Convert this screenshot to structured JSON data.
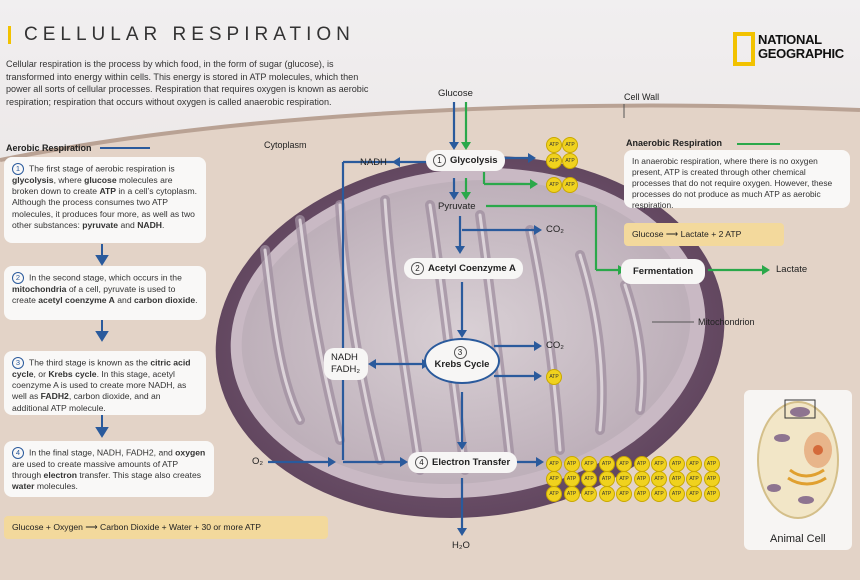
{
  "title": "CELLULAR RESPIRATION",
  "logo": {
    "line1": "NATIONAL",
    "line2": "GEOGRAPHIC"
  },
  "intro": "Cellular respiration is the process by which food, in the form of sugar (glucose), is transformed into energy within cells. This energy is stored in ATP molecules, which then power all sorts of cellular processes. Respiration that requires oxygen is known as aerobic respiration; respiration that occurs without oxygen is called anaerobic respiration.",
  "labels": {
    "cytoplasm": "Cytoplasm",
    "cell_wall": "Cell Wall",
    "mitochondrion": "Mitochondrion",
    "animal_cell": "Animal Cell"
  },
  "aerobic": {
    "heading": "Aerobic Respiration",
    "steps": [
      {
        "n": "1",
        "a": "The first stage of aerobic respiration is ",
        "b": "glycolysis",
        "c": ", where ",
        "d": "glucose",
        "e": " molecules are broken down to create ",
        "f": "ATP",
        "g": " in a cell’s cytoplasm. Although the process consumes two ATP molecules, it produces four more, as well as two other substances: ",
        "h": "pyruvate",
        "i": " and ",
        "j": "NADH",
        "k": "."
      },
      {
        "n": "2",
        "a": "In the second stage, which occurs in the ",
        "b": "mitochondria",
        "c": " of a cell, pyruvate is used to create ",
        "d": "acetyl coenzyme A",
        "e": " and ",
        "f": "carbon dioxide",
        "g": "."
      },
      {
        "n": "3",
        "a": "The third stage is known as the ",
        "b": "citric acid cycle",
        "c": ", or ",
        "d": "Krebs cycle",
        "e": ". In this stage, acetyl coenzyme A is used to create more NADH, as well as ",
        "f": "FADH2",
        "g": ", carbon dioxide, and an additional ATP molecule."
      },
      {
        "n": "4",
        "a": "In the final stage, NADH, FADH2, and ",
        "b": "oxygen",
        "c": " are used to create massive amounts of ATP through ",
        "d": "electron",
        "e": " transfer. This stage also creates ",
        "f": "water",
        "g": " molecules."
      }
    ],
    "equation": "Glucose  +  Oxygen  ⟶  Carbon Dioxide  +  Water  +  30 or more ATP"
  },
  "anaerobic": {
    "heading": "Anaerobic Respiration",
    "text": "In anaerobic respiration, where there is no oxygen present, ATP is created through other chemical processes that do not require oxygen. However, these processes do not produce as much ATP as aerobic respiration.",
    "equation": "Glucose  ⟶  Lactate  +  2 ATP"
  },
  "pathway": {
    "glucose": "Glucose",
    "glycolysis_num": "1",
    "glycolysis": "Glycolysis",
    "nadh": "NADH",
    "pyruvate": "Pyruvate",
    "co2": "CO₂",
    "acetyl_num": "2",
    "acetyl": "Acetyl Coenzyme A",
    "fermentation": "Fermentation",
    "lactate": "Lactate",
    "krebs_num": "3",
    "krebs": "Krebs Cycle",
    "nadh2": "NADH",
    "fadh2": "FADH₂",
    "o2": "O₂",
    "electron_num": "4",
    "electron": "Electron Transfer",
    "h2o": "H₂O"
  },
  "atp": {
    "label": "ATP",
    "glycolysis_aerobic": 4,
    "glycolysis_anaerobic": 2,
    "krebs": 1,
    "electron_transfer": 30
  },
  "colors": {
    "aerobic": "#2a5a9c",
    "anaerobic": "#2aa84a",
    "atp": "#f0d21e",
    "accent": "#f2c200"
  }
}
